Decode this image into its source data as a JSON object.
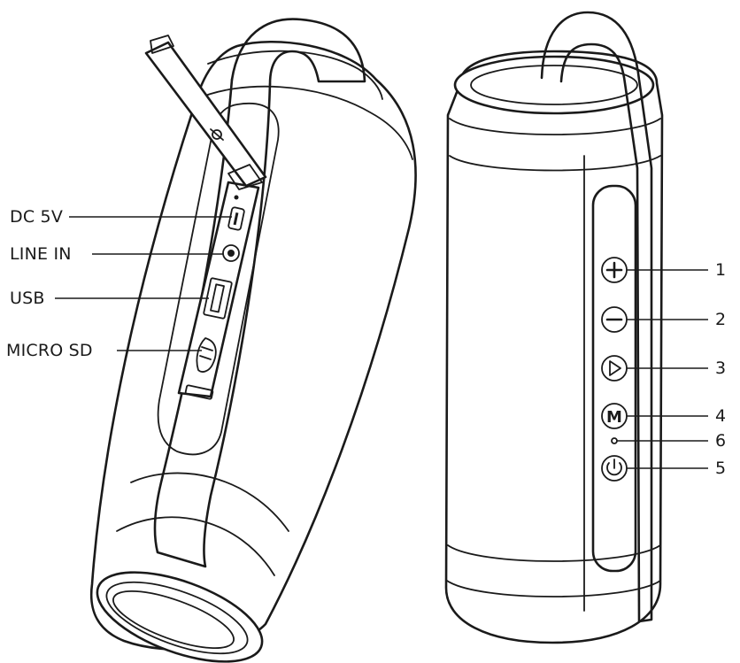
{
  "left_view": {
    "labels": [
      {
        "id": "dc5v",
        "text": "DC 5V"
      },
      {
        "id": "linein",
        "text": "LINE IN"
      },
      {
        "id": "usb",
        "text": "USB"
      },
      {
        "id": "microsd",
        "text": "MICRO SD"
      }
    ]
  },
  "right_view": {
    "buttons": [
      {
        "id": "plus",
        "number": "1",
        "icon": "plus-icon"
      },
      {
        "id": "minus",
        "number": "2",
        "icon": "minus-icon"
      },
      {
        "id": "play",
        "number": "3",
        "icon": "play-icon"
      },
      {
        "id": "mode",
        "number": "4",
        "icon": "mode-icon",
        "glyph": "M"
      },
      {
        "id": "led",
        "number": "6",
        "icon": "led-indicator-icon"
      },
      {
        "id": "power",
        "number": "5",
        "icon": "power-icon"
      }
    ]
  },
  "colors": {
    "line": "#1a1a1a",
    "background": "#ffffff"
  }
}
